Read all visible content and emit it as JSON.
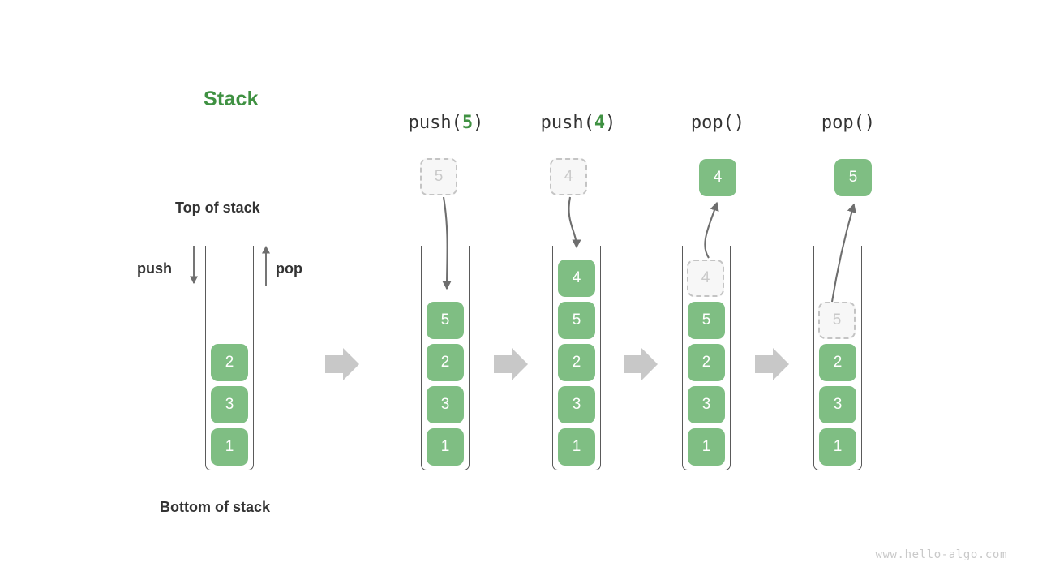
{
  "title": "Stack",
  "labels": {
    "top_of_stack": "Top of stack",
    "bottom_of_stack": "Bottom of stack",
    "push": "push",
    "pop": "pop"
  },
  "watermark": "www.hello-algo.com",
  "colors": {
    "accent_green": "#3f9142",
    "box_green": "#7fbe83",
    "ghost_fill": "#f7f7f7",
    "ghost_border": "#c4c4c4",
    "ghost_text": "#c9c9c9",
    "arrow_gray": "#6e6e6e",
    "flow_arrow_gray": "#c8c8c8",
    "wall_gray": "#5a5a5a",
    "text_dark": "#333333"
  },
  "columns": [
    {
      "id": "initial",
      "header": "",
      "header_prefix": "",
      "header_arg": "",
      "header_suffix": "",
      "stack_values": [
        "2",
        "3",
        "1"
      ],
      "ghost_in_stack": null,
      "floating_box": null,
      "floating_box_style": null
    },
    {
      "id": "push-5",
      "header": "push(5)",
      "header_prefix": "push(",
      "header_arg": "5",
      "header_suffix": ")",
      "stack_values": [
        "5",
        "2",
        "3",
        "1"
      ],
      "ghost_in_stack": null,
      "floating_box": "5",
      "floating_box_style": "ghost",
      "operation": "push",
      "arrow_direction": "down"
    },
    {
      "id": "push-4",
      "header": "push(4)",
      "header_prefix": "push(",
      "header_arg": "4",
      "header_suffix": ")",
      "stack_values": [
        "4",
        "5",
        "2",
        "3",
        "1"
      ],
      "ghost_in_stack": null,
      "floating_box": "4",
      "floating_box_style": "ghost",
      "operation": "push",
      "arrow_direction": "down"
    },
    {
      "id": "pop-1",
      "header": "pop()",
      "header_prefix": "pop(",
      "header_arg": "",
      "header_suffix": ")",
      "stack_values": [
        "5",
        "2",
        "3",
        "1"
      ],
      "ghost_in_stack": "4",
      "floating_box": "4",
      "floating_box_style": "solid",
      "operation": "pop",
      "arrow_direction": "up"
    },
    {
      "id": "pop-2",
      "header": "pop()",
      "header_prefix": "pop(",
      "header_arg": "",
      "header_suffix": ")",
      "stack_values": [
        "2",
        "3",
        "1"
      ],
      "ghost_in_stack": "5",
      "floating_box": "5",
      "floating_box_style": "solid",
      "operation": "pop",
      "arrow_direction": "up"
    }
  ],
  "flow_arrows": 4
}
